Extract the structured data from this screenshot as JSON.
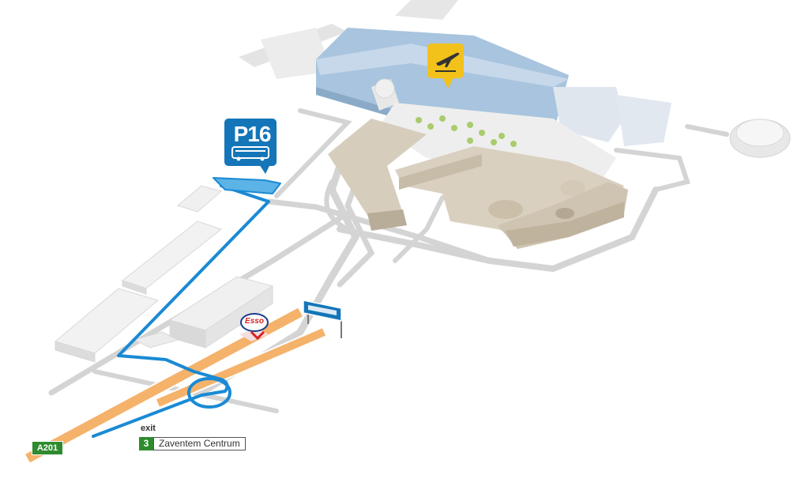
{
  "map": {
    "parking_label": "P16",
    "brand_logo_text": "Esso",
    "highway_label": "A201",
    "exit_word": "exit",
    "exit_number": "3",
    "exit_name": "Zaventem Centrum",
    "icons": [
      "airplane-departure-icon",
      "bus-icon",
      "airport-sign-icon"
    ]
  },
  "colors": {
    "route_blue": "#1a8ad4",
    "parking_marker": "#1476b8",
    "airport_marker": "#f2c21b",
    "highway_orange": "#f5b26b",
    "exit_green": "#2e8b2e",
    "building_gray": "#e8e8e8",
    "road_gray": "#cfcfcf"
  }
}
